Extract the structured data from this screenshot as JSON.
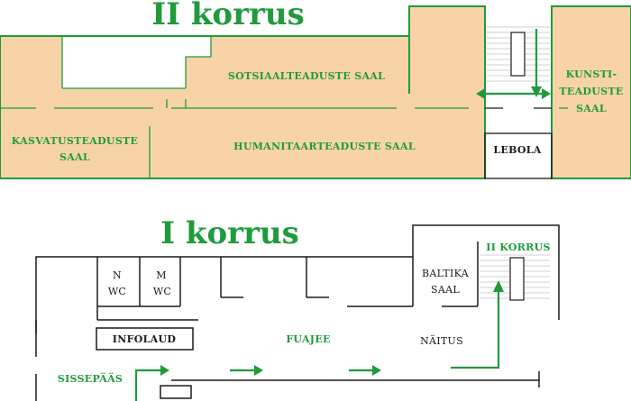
{
  "floor2": {
    "title": "II korrus",
    "rooms": {
      "sotsiaal": "SOTSIAALTEADUSTE SAAL",
      "kunsti_1": "KUNSTI-",
      "kunsti_2": "TEADUSTE",
      "kunsti_3": "SAAL",
      "kasvatus_1": "KASVATUSTEADUSTE",
      "kasvatus_2": "SAAL",
      "humanitaar": "HUMANITAARTEADUSTE SAAL",
      "lebola": "LEBOLA"
    }
  },
  "floor1": {
    "title": "I korrus",
    "rooms": {
      "n": "N",
      "n_wc": "WC",
      "m": "M",
      "m_wc": "WC",
      "baltika_1": "BALTIKA",
      "baltika_2": "SAAL",
      "infolaud": "INFOLAUD",
      "fuajee": "FUAJEE",
      "naitus": "NÄITUS",
      "sissepaas": "SISSEPÄÄS",
      "ii_korrus": "II KORRUS"
    }
  },
  "colors": {
    "accent_green": "#1f9b3c",
    "room_fill": "#f8d3a8",
    "wall_black": "#1a1a1a"
  }
}
